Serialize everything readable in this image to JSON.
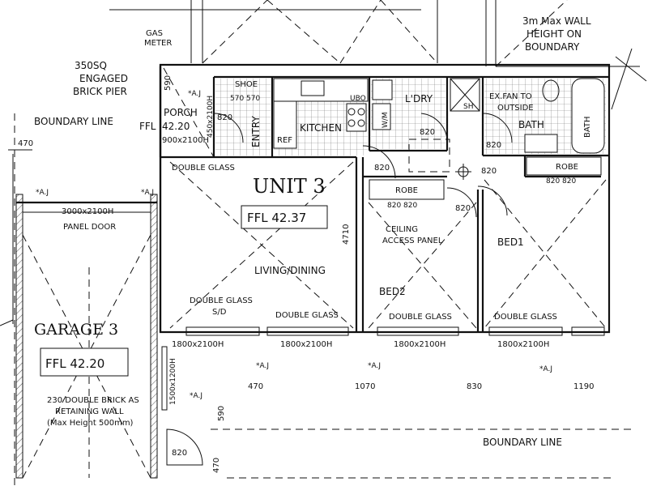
{
  "unit": {
    "name": "UNIT 3",
    "ffl": "FFL 42.37"
  },
  "garage": {
    "name": "GARAGE 3",
    "ffl": "FFL 42.20",
    "retaining": [
      "230 DOUBLE BRICK AS",
      "RETAINING WALL",
      "(Max Height 500mm)"
    ]
  },
  "porch": {
    "name": "PORCH",
    "ffl_line1": "FFL",
    "ffl_line2": "42.20"
  },
  "rooms": {
    "living": "LIVING/DINING",
    "kitchen": "KITCHEN",
    "entry": "ENTRY",
    "ref": "REF",
    "shoe": "SHOE",
    "laundry": "L'DRY",
    "bath": "BATH",
    "bath_tub": "BATH",
    "bed1": "BED1",
    "bed2": "BED2",
    "robe_bed2": "ROBE",
    "robe_bed1": "ROBE",
    "sh": "SH",
    "wm": "W/M",
    "ubo": "UBO"
  },
  "notes": {
    "gas_meter_1": "GAS",
    "gas_meter_2": "METER",
    "pier_1": "350SQ",
    "pier_2": "ENGAGED",
    "pier_3": "BRICK PIER",
    "boundary_left": "BOUNDARY LINE",
    "boundary_bottom": "BOUNDARY LINE",
    "wall_height_1": "3m Max WALL",
    "wall_height_2": "HEIGHT ON",
    "wall_height_3": "BOUNDARY",
    "exfan_1": "EX.FAN TO",
    "exfan_2": "OUTSIDE",
    "ceiling_1": "CEILING",
    "ceiling_2": "ACCESS PANEL",
    "double_glass_top": "DOUBLE GLASS",
    "double_glass_sd_1": "DOUBLE GLASS",
    "double_glass_sd_2": "S/D",
    "double_glass_living": "DOUBLE GLASS",
    "double_glass_bed2": "DOUBLE GLASS",
    "double_glass_bed1": "DOUBLE GLASS",
    "panel_door_size": "3000x2100H",
    "panel_door": "PANEL DOOR"
  },
  "dimensions": {
    "d470_left": "470",
    "d590_top": "590",
    "porch_window": "450x2100H",
    "porch_door": "900x2100H",
    "shoe_size": "570 570",
    "entry_door": "820",
    "laundry_door": "820",
    "bath_door": "820",
    "living_bed_door": "820",
    "bed2_door": "820",
    "robe_doors": "820 820",
    "bed1_door": "820",
    "robe1_doors": "820 820",
    "living_depth": "4710",
    "win1": "1800x2100H",
    "win2": "1800x2100H",
    "win3": "1800x2100H",
    "win4": "1800x2100H",
    "garage_window": "1500x1200H",
    "setback_470": "470",
    "setback_1070": "1070",
    "setback_830": "830",
    "setback_1190": "1190",
    "d590_bottom": "590",
    "d470_bottom": "470",
    "garage_door": "820",
    "aj": "*A.J"
  }
}
